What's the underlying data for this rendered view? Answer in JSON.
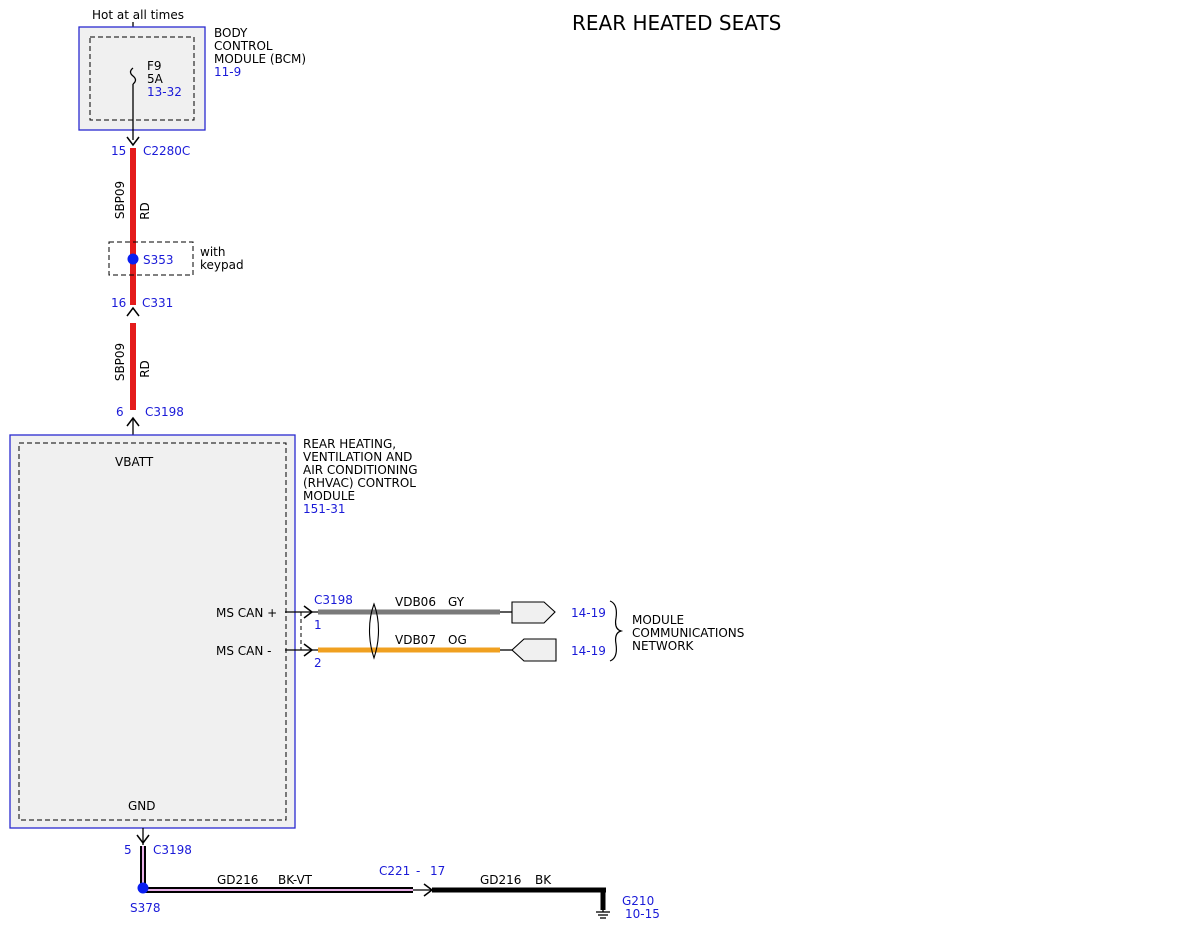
{
  "title": "REAR HEATED SEATS",
  "power_source": "Hot at all times",
  "bcm": {
    "label_lines": [
      "BODY",
      "CONTROL",
      "MODULE (BCM)"
    ],
    "ref": "11-9",
    "fuse_name": "F9",
    "fuse_rating": "5A",
    "fuse_ref": "13-32"
  },
  "wires": {
    "pwr_upper": {
      "circuit": "SBP09",
      "color": "RD"
    },
    "pwr_lower": {
      "circuit": "SBP09",
      "color": "RD"
    },
    "can_plus": {
      "circuit": "VDB06",
      "color": "GY"
    },
    "can_minus": {
      "circuit": "VDB07",
      "color": "OG"
    },
    "gnd_a": {
      "circuit": "GD216",
      "color": "BK-VT"
    },
    "gnd_b": {
      "circuit": "GD216",
      "color": "BK"
    }
  },
  "connectors": {
    "c2280c": {
      "pin": "15",
      "name": "C2280C"
    },
    "c331": {
      "pin": "16",
      "name": "C331"
    },
    "c3198_top": {
      "pin": "6",
      "name": "C3198"
    },
    "c3198_can": {
      "name": "C3198",
      "pin_plus": "1",
      "pin_minus": "2"
    },
    "c3198_gnd": {
      "pin": "5",
      "name": "C3198"
    },
    "c221": {
      "name": "C221",
      "dash": "-",
      "pin": "17"
    }
  },
  "splices": {
    "s353": {
      "name": "S353",
      "note_lines": [
        "with",
        "keypad"
      ]
    },
    "s378": {
      "name": "S378"
    }
  },
  "rhvac": {
    "label_lines": [
      "REAR HEATING,",
      "VENTILATION AND",
      "AIR CONDITIONING",
      "(RHVAC) CONTROL",
      "MODULE"
    ],
    "ref": "151-31",
    "pin_vbatt": "VBATT",
    "pin_gnd": "GND",
    "pin_can_plus": "MS CAN +",
    "pin_can_minus": "MS CAN -"
  },
  "network": {
    "ref_plus": "14-19",
    "ref_minus": "14-19",
    "label_lines": [
      "MODULE",
      "COMMUNICATIONS",
      "NETWORK"
    ]
  },
  "ground": {
    "name": "G210",
    "ref": "10-15"
  },
  "colors": {
    "wire_red": "#e41b1b",
    "wire_gray": "#7a7a7a",
    "wire_orange": "#f0a020",
    "wire_black": "#000000",
    "wire_violet_stripe": "#e8b0e8",
    "module_border": "#2a2ad0",
    "module_fill": "#f0f0f0",
    "ref_text": "#1a1ad8",
    "splice_dot": "#0a1ef0"
  }
}
